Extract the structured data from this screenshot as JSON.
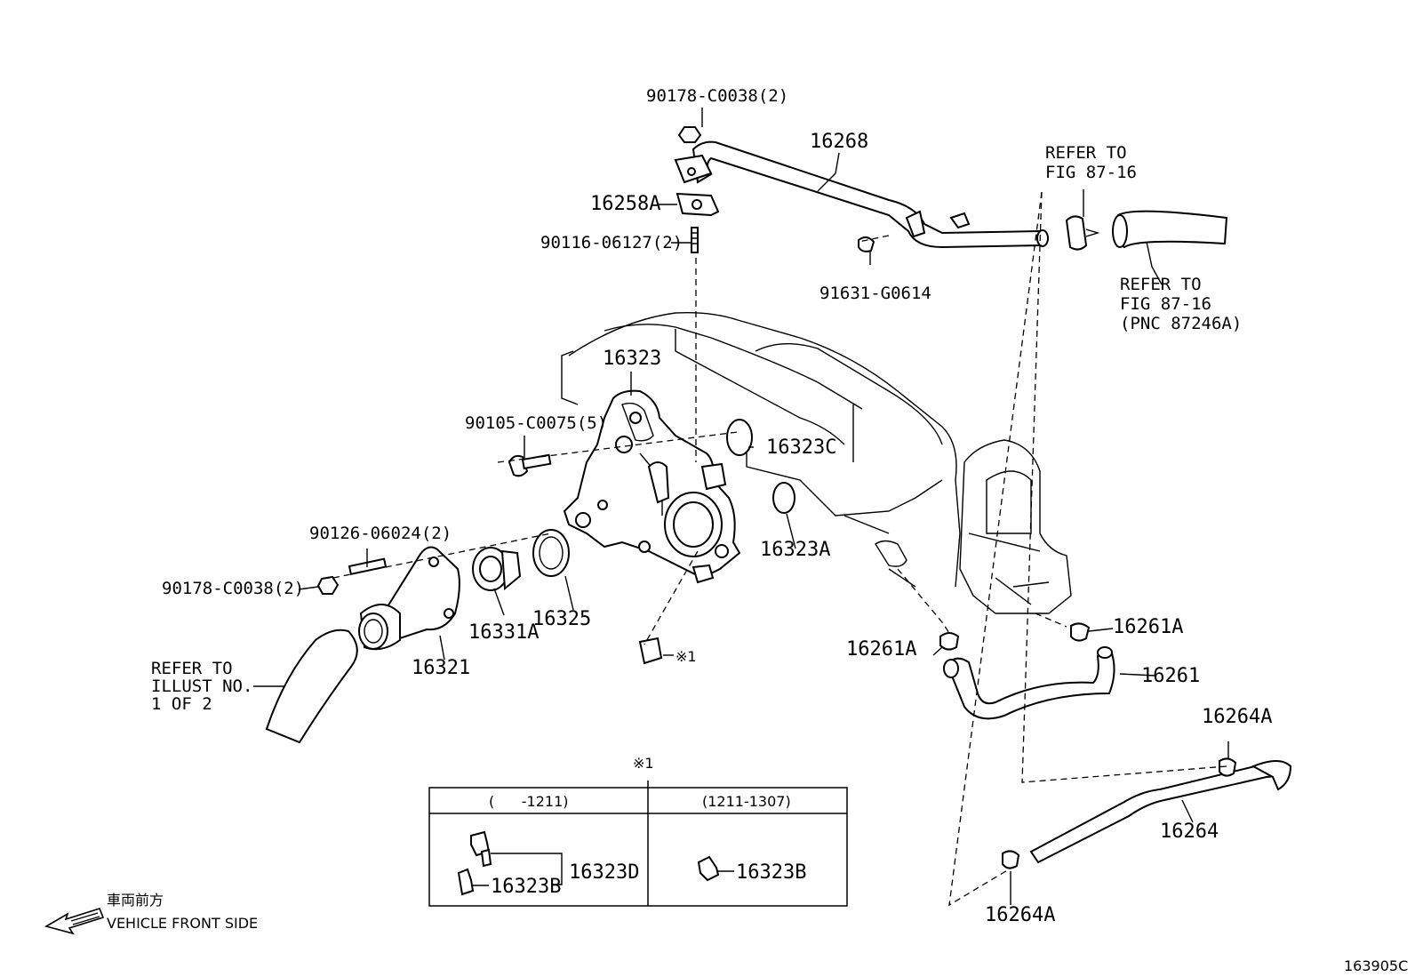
{
  "diagram_id": "163905C",
  "front_label_jp": "車両前方",
  "front_label_en": "VEHICLE FRONT SIDE",
  "parts": {
    "p90178_top": "90178-C0038(2)",
    "p16268": "16268",
    "p16258A": "16258A",
    "p90116": "90116-06127(2)",
    "p91631": "91631-G0614",
    "p16323": "16323",
    "p90105": "90105-C0075(5)",
    "p16323C": "16323C",
    "p16323A": "16323A",
    "p90126": "90126-06024(2)",
    "p90178_left": "90178-C0038(2)",
    "p16331A": "16331A",
    "p16325": "16325",
    "p16321": "16321",
    "ref1": "※1",
    "p16261A_left": "16261A",
    "p16261A_right": "16261A",
    "p16261": "16261",
    "p16264A_top": "16264A",
    "p16264": "16264",
    "p16264A_bottom": "16264A"
  },
  "refer_top": {
    "line1": "REFER TO",
    "line2": "FIG 87-16"
  },
  "refer_right": {
    "line1": "REFER TO",
    "line2": "FIG 87-16",
    "line3": "(PNC 87246A)"
  },
  "refer_left": {
    "line1": "REFER TO",
    "line2": "ILLUST NO.",
    "line3": "1 OF 2"
  },
  "inset": {
    "marker": "※1",
    "col1_header": "(      -1211)",
    "col2_header": "(1211-1307)",
    "col1_part_a": "16323D",
    "col1_part_b": "16323B",
    "col2_part": "16323B"
  }
}
